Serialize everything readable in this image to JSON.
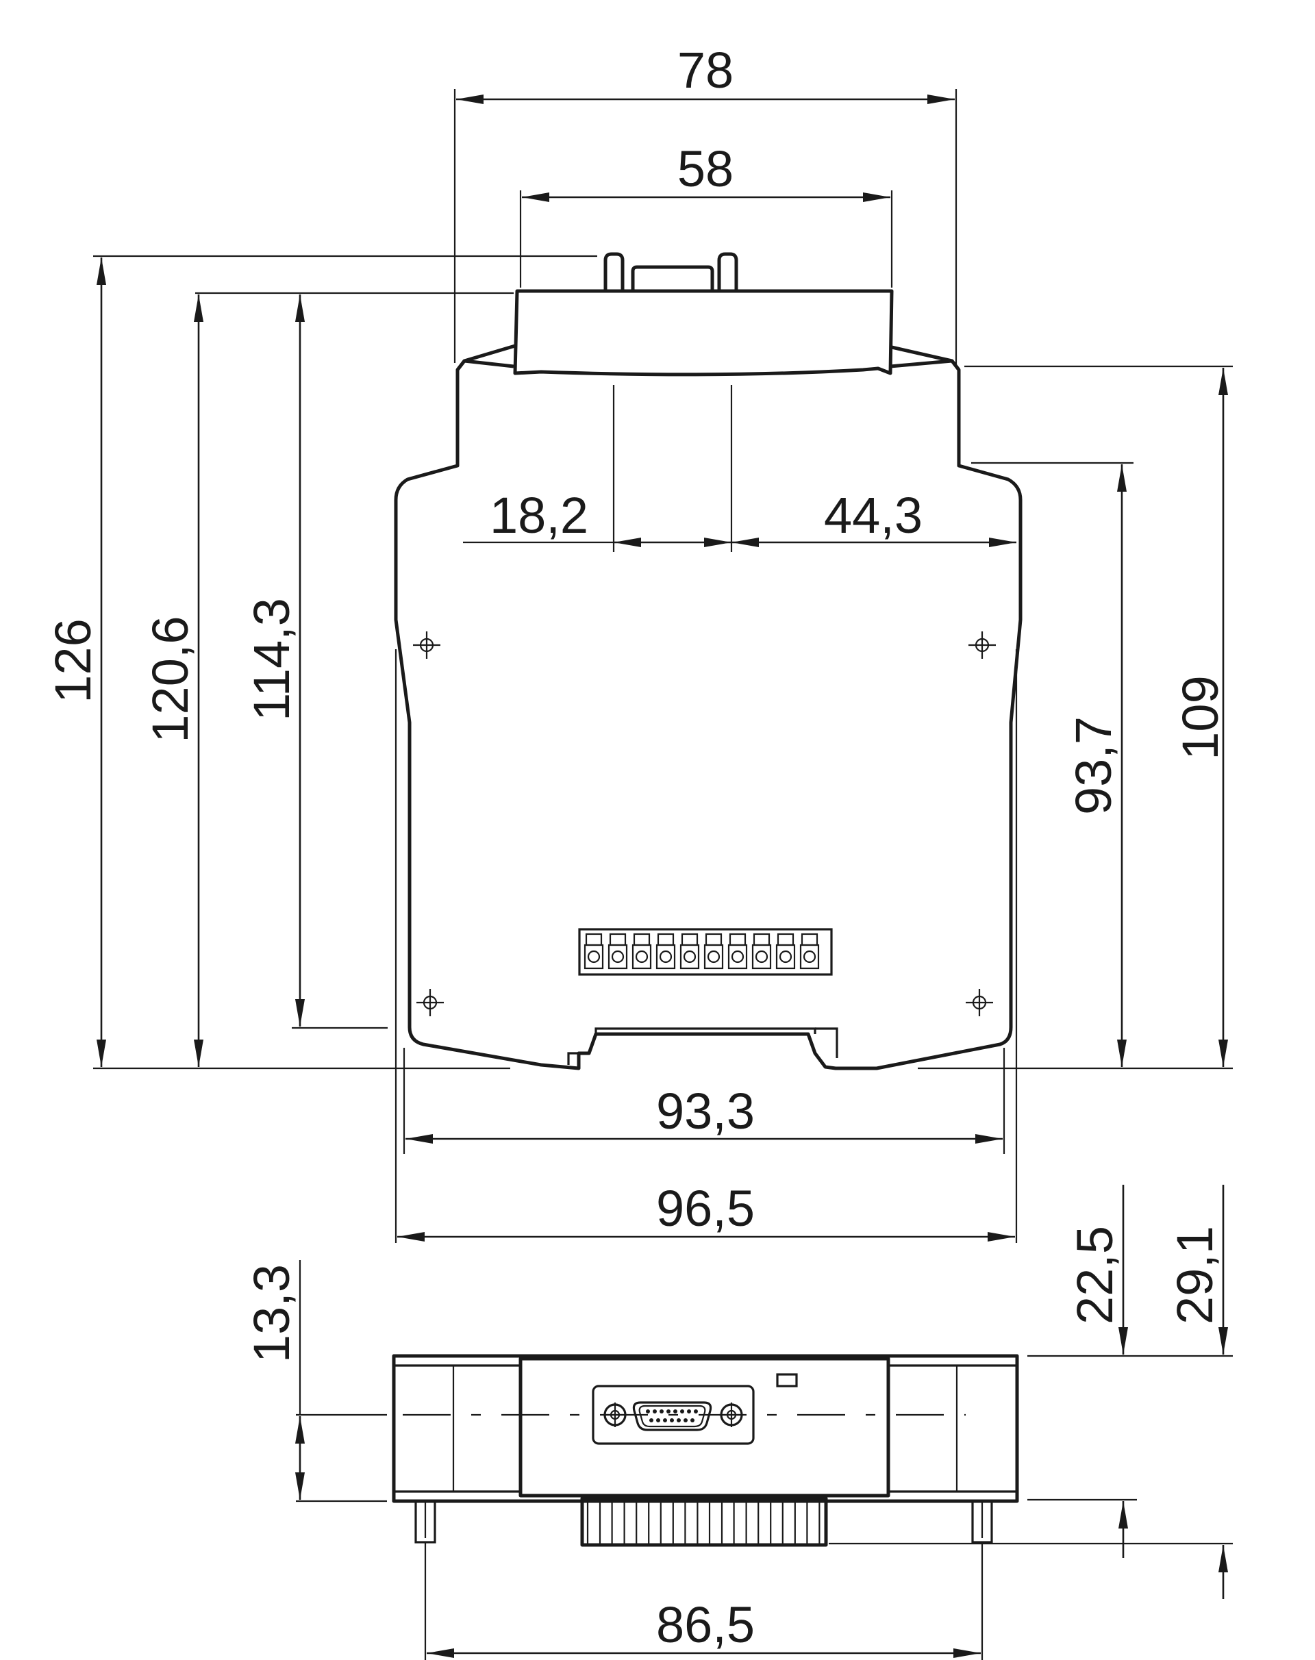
{
  "dimensions": {
    "top": [
      "78",
      "58",
      "18,2",
      "44,3"
    ],
    "left": [
      "126",
      "120,6",
      "114,3"
    ],
    "right": [
      "93,7",
      "109"
    ],
    "bottom": [
      "93,3",
      "96,5"
    ],
    "side_view": {
      "left": "13,3",
      "right": [
        "22,5",
        "29,1"
      ],
      "bottom": "86,5"
    }
  }
}
